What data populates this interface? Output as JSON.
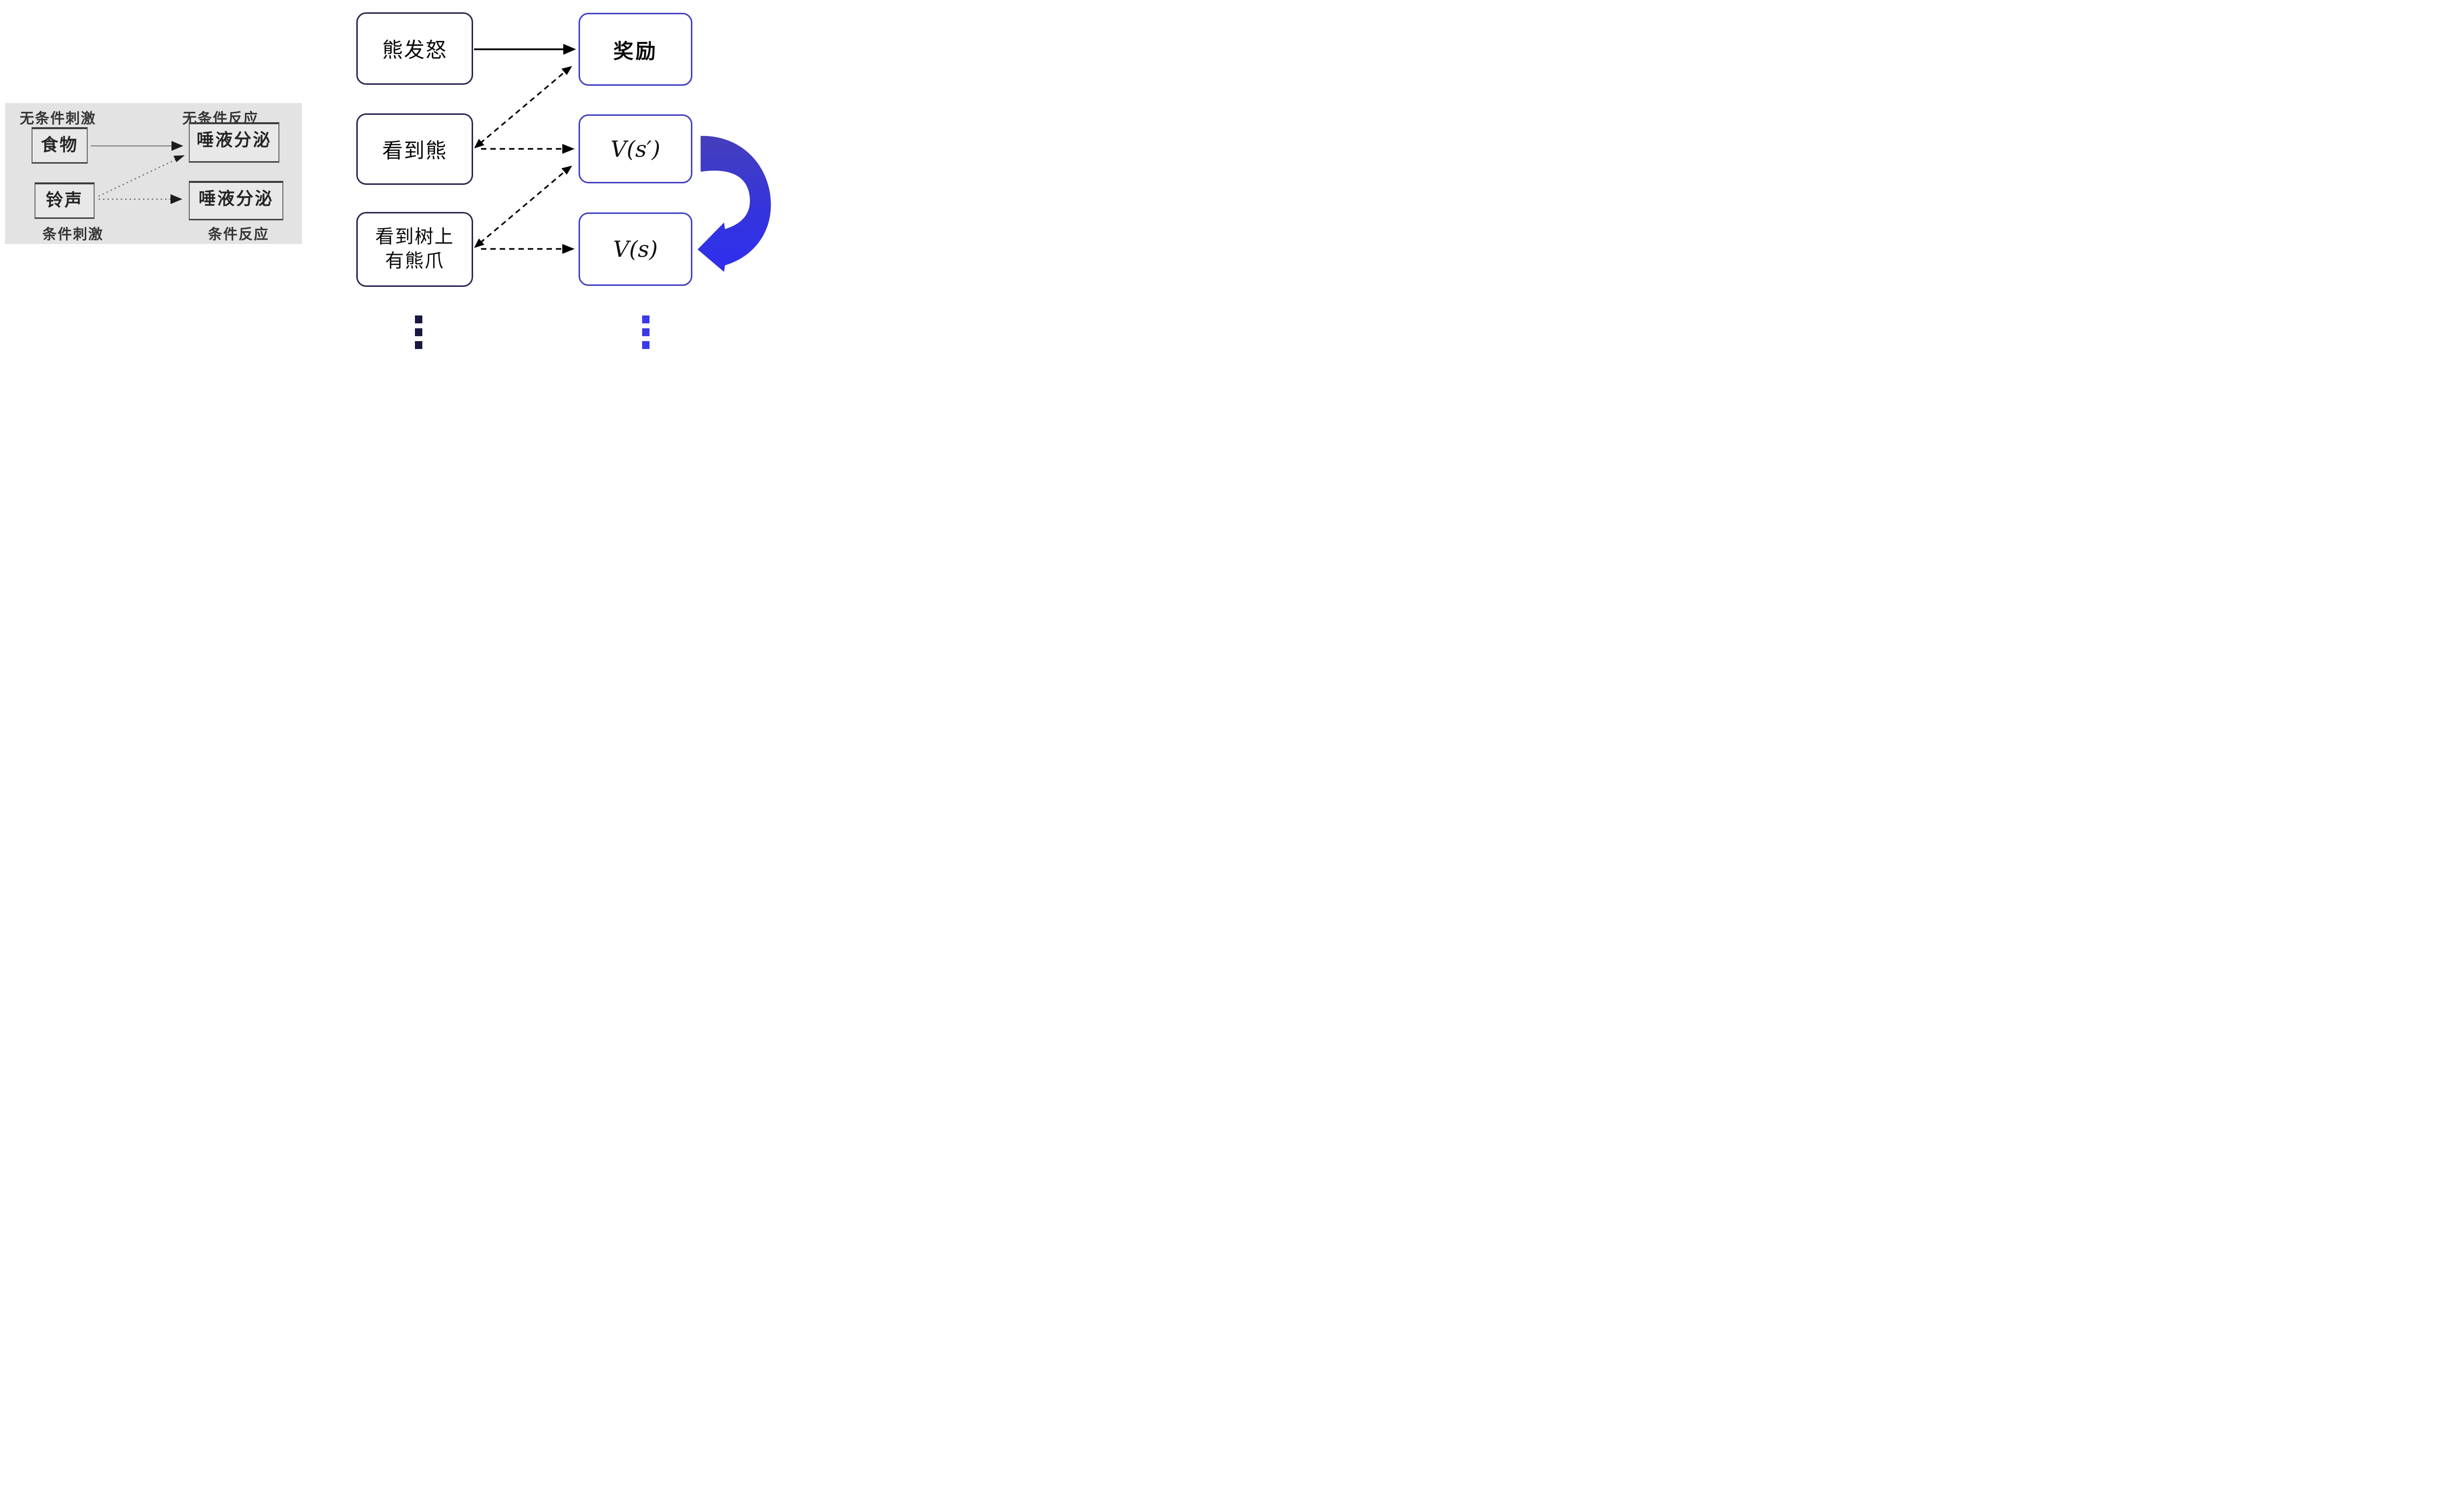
{
  "colors": {
    "background": "#ffffff",
    "pavlov_panel_bg": "#e4e3e3",
    "pavlov_box_border": "#6a6a6a",
    "pavlov_text": "#343434",
    "stimulus_box_border": "#2b2750",
    "value_box_border": "#4340c4",
    "arrow_black": "#000000",
    "pavlov_arrow_gray": "#7a7a7a",
    "curved_arrow_top": "#453ebc",
    "curved_arrow_bottom": "#2f2fef",
    "ellipsis_left": "#181840",
    "ellipsis_right": "#3a3ae8"
  },
  "pavlov_panel": {
    "label_top_left": "无条件刺激",
    "label_top_right": "无条件反应",
    "label_bottom_left": "条件刺激",
    "label_bottom_right": "条件反应",
    "box_food": "食物",
    "box_salivation_top": "唾液分泌",
    "box_bell": "铃声",
    "box_salivation_bottom": "唾液分泌"
  },
  "rl_diagram": {
    "box_bear_angry": "熊发怒",
    "box_see_bear": "看到熊",
    "box_see_claw": "看到树上\n有熊爪",
    "box_reward": "奖励",
    "box_value_next": "V(s′)",
    "box_value": "V(s)"
  }
}
